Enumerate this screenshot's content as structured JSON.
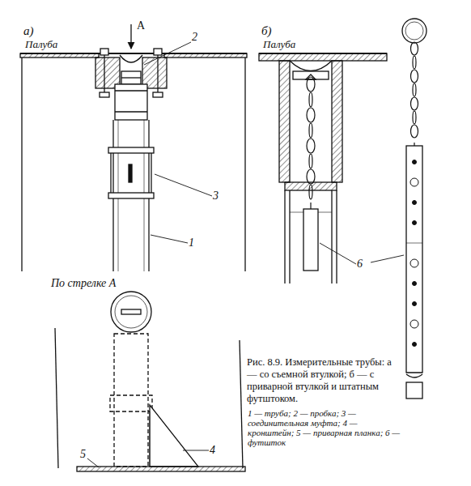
{
  "diagram": {
    "caption": "Рис. 8.9. Измерительные трубы: а — со съемной втулкой; б — с приварной втулкой и штатным футштоком.",
    "labels": [
      "а)",
      "Палуба",
      "А",
      "2",
      "3",
      "1",
      "По стрелке А",
      "4",
      "5",
      "б)",
      "Палуба",
      "6",
      "1 — труба; 2 — пробка; 3 — соединительная муфта; 4 — кронштейн; 5 — приварная планка; 6 — футшток"
    ]
  }
}
